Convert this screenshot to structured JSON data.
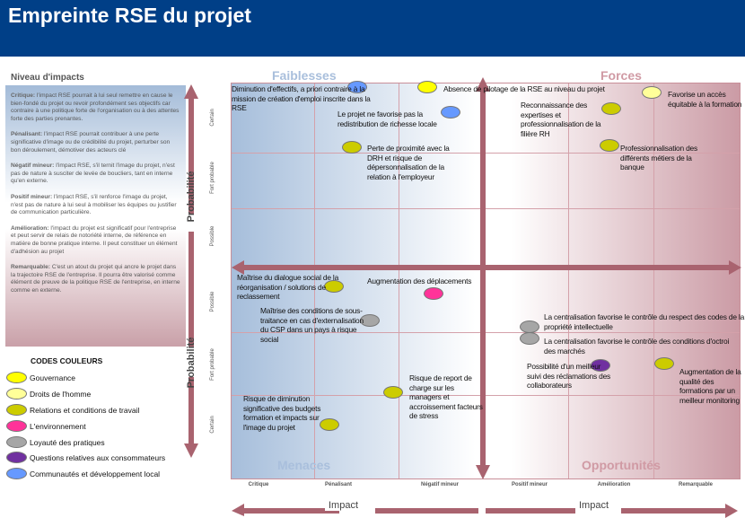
{
  "title": "Empreinte RSE du projet",
  "levels": {
    "title": "Niveau d'impacts",
    "items": [
      {
        "name": "Critique:",
        "text": "l'impact RSE pourrait à lui seul remettre en cause le bien-fondé du projet ou revoir profondément ses objectifs car contraire à une politique forte de l'organisation ou à des attentes forte des parties prenantes."
      },
      {
        "name": "Pénalisant:",
        "text": "l'impact RSE pourrait contribuer à une perte significative d'image ou de crédibilité du projet, perturber son bon déroulement, démotiver des acteurs clé"
      },
      {
        "name": "Négatif mineur:",
        "text": "l'impact RSE, s'il ternit l'image du projet, n'est pas de nature à susciter de levée de boucliers, tant en interne qu'en externe."
      },
      {
        "name": "Positif mineur:",
        "text": "l'impact RSE, s'il renforce l'image du projet, n'est pas de nature à lui seul à mobiliser les équipes ou justifier de communication particulière."
      },
      {
        "name": "Amélioration:",
        "text": "l'impact du projet est significatif pour l'entreprise et peut servir de relais de notoriété interne, de référence en matière de bonne pratique interne. Il peut constituer un élément d'adhésion au projet"
      },
      {
        "name": "Remarquable:",
        "text": "C'est un atout du projet qui ancre le projet dans la trajectoire RSE de l'entreprise. Il pourra être valorisé comme élément de preuve de la politique RSE de l'entreprise, en interne comme en externe."
      }
    ]
  },
  "codes": {
    "title": "CODES COULEURS",
    "items": [
      {
        "label": "Gouvernance",
        "color": "#ffff00"
      },
      {
        "label": "Droits de l'homme",
        "color": "#ffff99"
      },
      {
        "label": "Relations et conditions de travail",
        "color": "#cccc00"
      },
      {
        "label": "L'environnement",
        "color": "#ff3399"
      },
      {
        "label": "Loyauté des pratiques",
        "color": "#a6a6a6"
      },
      {
        "label": "Questions relatives aux consommateurs",
        "color": "#7030a0"
      },
      {
        "label": "Communautés et développement local",
        "color": "#6699ff"
      }
    ]
  },
  "quadrants": {
    "tl": "Faiblesses",
    "tr": "Forces",
    "bl": "Menaces",
    "br": "Opportunités"
  },
  "probability": {
    "label": "Probabilité",
    "levels": [
      "Certain",
      "Fort probable",
      "Possible",
      "Possible",
      "Fort probable",
      "Certain"
    ]
  },
  "impact": {
    "label": "Impact",
    "levels": [
      "Critique",
      "Pénalisant",
      "Négatif mineur",
      "Positif mineur",
      "Amélioration",
      "Remarquable"
    ]
  },
  "items": [
    {
      "text": "Diminution d'effectifs, a priori contraire à la mission de création d'emploi inscrite dans la RSE",
      "category": "Communautés et développement local"
    },
    {
      "text": "Absence de pilotage de la RSE au niveau du projet",
      "category": "Gouvernance"
    },
    {
      "text": "Favorise un accès équitable à la formation",
      "category": "Droits de l'homme"
    },
    {
      "text": "Le projet ne favorise pas la redistribution de richesse locale",
      "category": "Communautés et développement local"
    },
    {
      "text": "Reconnaissance des expertises et professionnalisation de la filière RH",
      "category": "Relations et conditions de travail"
    },
    {
      "text": "Perte de proximité avec la DRH et risque de dépersonnalisation de la relation à l'employeur",
      "category": "Relations et conditions de travail"
    },
    {
      "text": "Professionnalisation des différents métiers de la banque",
      "category": "Relations et conditions de travail"
    },
    {
      "text": "Maîtrise du dialogue social de la réorganisation / solutions de reclassement",
      "category": "Relations et conditions de travail"
    },
    {
      "text": "Augmentation des déplacements",
      "category": "L'environnement"
    },
    {
      "text": "Maîtrise des conditions de sous-traitance en cas d'externalisation du CSP dans un pays à risque social",
      "category": "Loyauté des pratiques"
    },
    {
      "text": "La centralisation favorise le contrôle du respect des codes de la propriété intellectuelle",
      "category": "Loyauté des pratiques"
    },
    {
      "text": "La centralisation favorise le contrôle des conditions d'octroi des marchés",
      "category": "Loyauté des pratiques"
    },
    {
      "text": "Possibilité d'un meilleur suivi des réclamations des collaborateurs",
      "category": "Questions relatives aux consommateurs"
    },
    {
      "text": "Augmentation de la qualité des formations par un meilleur monitoring",
      "category": "Relations et conditions de travail"
    },
    {
      "text": "Risque de report de charge sur les managers et accroissement facteurs de stress",
      "category": "Relations et conditions de travail"
    },
    {
      "text": "Risque de diminution significative des budgets formation et impacts sur l'image du projet",
      "category": "Relations et conditions de travail"
    }
  ]
}
